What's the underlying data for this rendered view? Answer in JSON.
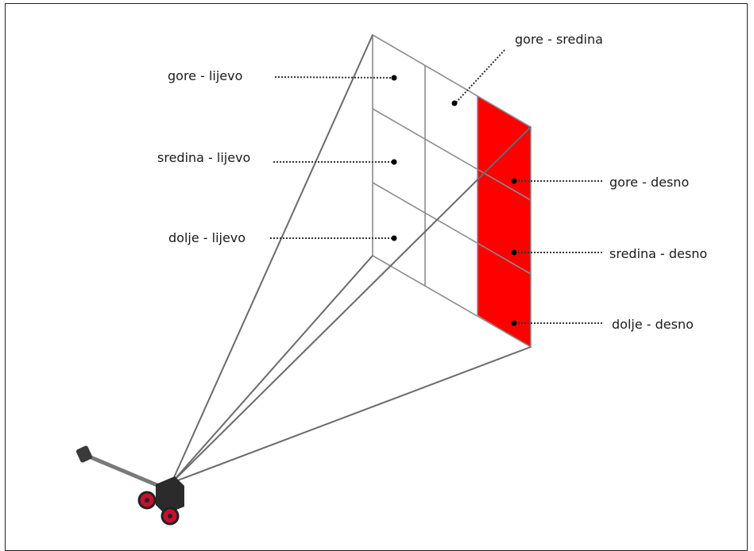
{
  "labels": {
    "top_center": "gore - sredina",
    "top_left": "gore - lijevo",
    "middle_left": "sredina - lijevo",
    "bottom_left": "dolje - lijevo",
    "top_right": "gore - desno",
    "middle_right": "sredina - desno",
    "bottom_right": "dolje - desno"
  },
  "colors": {
    "highlight": "#ff0000",
    "grid": "#8c8c8c",
    "rays": "#6a6a6a",
    "leader": "#333333",
    "device_body": "#2b2b2b",
    "device_wheel": "#c8102e"
  },
  "highlighted_column": "right"
}
